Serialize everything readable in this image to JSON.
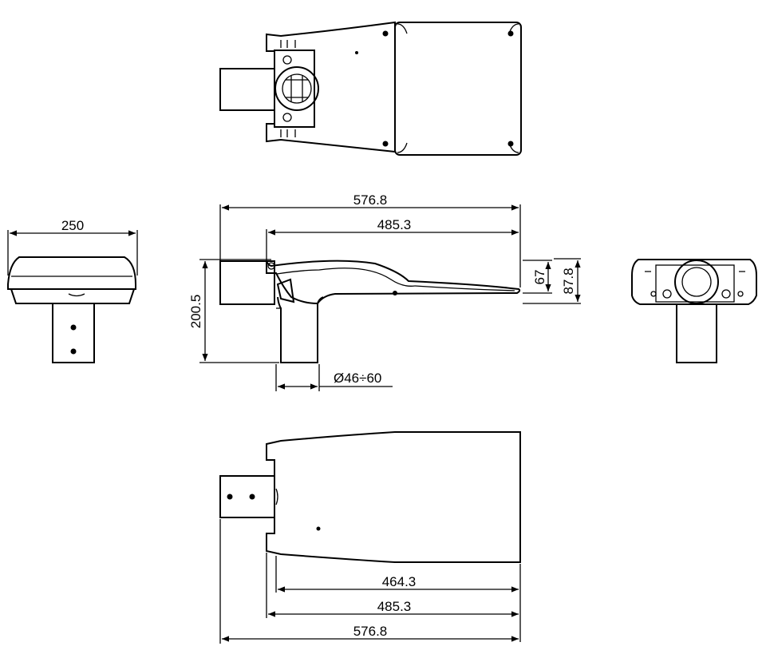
{
  "dimensions": {
    "front_width": "250",
    "side_overall_length": "576.8",
    "side_arm_length": "485.3",
    "side_height_67": "67",
    "side_height_87": "87.8",
    "side_total_height": "200.5",
    "side_pipe_diameter": "Ø46÷60",
    "bottom_inner_length": "464.3",
    "bottom_arm_length": "485.3",
    "bottom_overall_length": "576.8"
  }
}
